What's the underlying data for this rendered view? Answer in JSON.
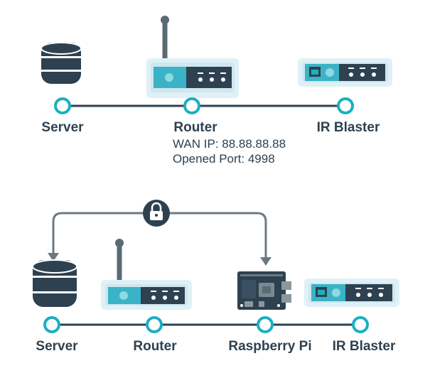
{
  "top_diagram": {
    "nodes": [
      {
        "label": "Server"
      },
      {
        "label": "Router"
      },
      {
        "label": "IR Blaster"
      }
    ],
    "router_info": {
      "wan_ip": "WAN IP: 88.88.88.88",
      "opened_port": "Opened Port: 4998"
    }
  },
  "bottom_diagram": {
    "nodes": [
      {
        "label": "Server"
      },
      {
        "label": "Router"
      },
      {
        "label": "Raspberry Pi"
      },
      {
        "label": "IR Blaster"
      }
    ]
  },
  "colors": {
    "dark": "#2e4150",
    "accent": "#1ab0c0",
    "device_light": "#cfe7ef",
    "device_dark": "#2e4150",
    "antenna": "#5a6b74",
    "arrow": "#6b7a82"
  }
}
